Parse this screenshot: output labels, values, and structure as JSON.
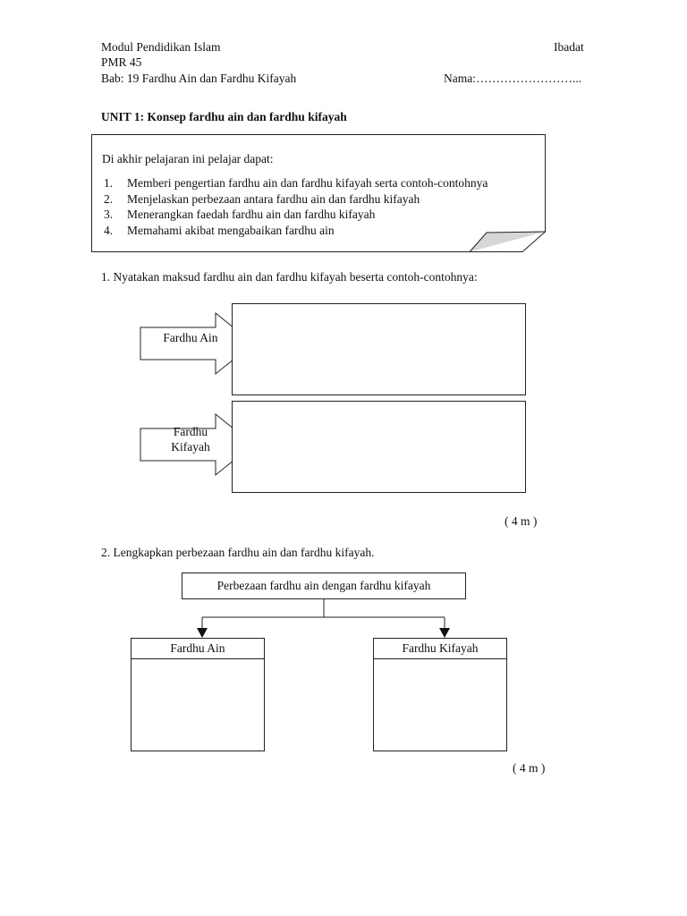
{
  "header": {
    "module": "Modul Pendidikan Islam",
    "subject": "Ibadat",
    "exam": "PMR 45",
    "chapter": "Bab: 19 Fardhu Ain dan Fardhu Kifayah",
    "name_field": "Nama:……………………..."
  },
  "unit_title": "UNIT 1: Konsep fardhu ain dan fardhu kifayah",
  "objectives": {
    "intro": "Di akhir pelajaran ini pelajar dapat:",
    "items": [
      {
        "num": "1.",
        "text": "Memberi pengertian fardhu ain dan fardhu kifayah serta contoh-contohnya"
      },
      {
        "num": "2.",
        "text": "Menjelaskan perbezaan antara fardhu ain dan fardhu kifayah"
      },
      {
        "num": "3.",
        "text": "Menerangkan faedah fardhu ain dan fardhu kifayah"
      },
      {
        "num": "4.",
        "text": "Memahami akibat mengabaikan fardhu ain"
      }
    ]
  },
  "question1": {
    "text": "1. Nyatakan maksud fardhu ain dan fardhu kifayah beserta contoh-contohnya:",
    "arrow1": "Fardhu Ain",
    "arrow2_line1": "Fardhu",
    "arrow2_line2": "Kifayah",
    "marks": "( 4 m )"
  },
  "question2": {
    "text": "2. Lengkapkan perbezaan fardhu ain dan fardhu kifayah.",
    "root": "Perbezaan fardhu ain dengan fardhu kifayah",
    "left": "Fardhu Ain",
    "right": "Fardhu Kifayah",
    "marks": "( 4 m )"
  }
}
